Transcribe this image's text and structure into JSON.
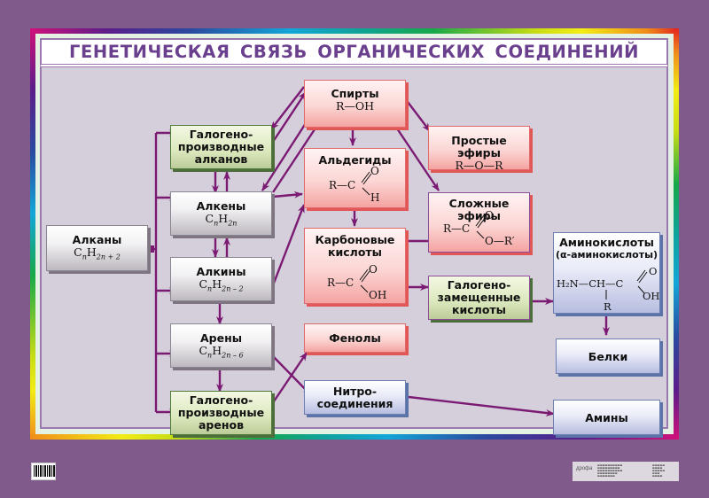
{
  "poster": {
    "title": "ГЕНЕТИЧЕСКАЯ  СВЯЗЬ  ОРГАНИЧЕСКИХ  СОЕДИНЕНИЙ",
    "colors": {
      "background": "#7f5a8a",
      "panel": "#d5cfdb",
      "title_text": "#6a3f8e",
      "arrow": "#7b1a73",
      "gray_box": "#e8e6ea",
      "green_box": "#dbe8bd",
      "pink_box": "#fbd6d4",
      "blue_box": "#e9ebf7"
    }
  },
  "nodes": {
    "alkanes": {
      "label": "Алканы",
      "formula_base": "C",
      "formula_n": "n",
      "formula_h": "H",
      "formula_sub": "2n + 2"
    },
    "haloalkanes": {
      "line1": "Галогено-",
      "line2": "производные",
      "line3": "алканов"
    },
    "alkenes": {
      "label": "Алкены",
      "formula_base": "C",
      "formula_n": "n",
      "formula_h": "H",
      "formula_sub": "2n"
    },
    "alkynes": {
      "label": "Алкины",
      "formula_base": "C",
      "formula_n": "n",
      "formula_h": "H",
      "formula_sub": "2n – 2"
    },
    "arenes": {
      "label": "Арены",
      "formula_base": "C",
      "formula_n": "n",
      "formula_h": "H",
      "formula_sub": "2n – 6"
    },
    "haloarenes": {
      "line1": "Галогено-",
      "line2": "производные",
      "line3": "аренов"
    },
    "alcohols": {
      "label": "Спирты",
      "formula": "R—OH"
    },
    "aldehydes": {
      "label": "Альдегиды",
      "r": "R—C",
      "o": "O",
      "h": "H"
    },
    "carboxylic_acids": {
      "line1": "Карбоновые",
      "line2": "кислоты",
      "r": "R—C",
      "o": "O",
      "oh": "OH"
    },
    "phenols": {
      "label": "Фенолы"
    },
    "nitro": {
      "line1": "Нитро-",
      "line2": "соединения"
    },
    "ethers": {
      "label": "Простые эфиры",
      "formula": "R—O—R"
    },
    "esters": {
      "label": "Сложные эфиры",
      "r": "R—C",
      "o": "O",
      "or": "O—R′"
    },
    "halo_acids": {
      "line1": "Галогено-",
      "line2": "замещенные",
      "line3": "кислоты"
    },
    "amino_acids": {
      "line1": "Аминокислоты",
      "line2": "(α-аминокислоты)",
      "chain": "H₂N—CH—C",
      "o": "O",
      "oh": "OH",
      "r": "R"
    },
    "proteins": {
      "label": "Белки"
    },
    "amines": {
      "label": "Амины"
    }
  },
  "edges": [
    {
      "from": "alkanes",
      "to": "haloalkanes"
    },
    {
      "from": "alkanes",
      "to": "alkenes"
    },
    {
      "from": "alkanes",
      "to": "alkynes"
    },
    {
      "from": "alkanes",
      "to": "arenes"
    },
    {
      "from": "alkanes",
      "to": "haloarenes"
    },
    {
      "from": "haloalkanes",
      "to": "alkenes"
    },
    {
      "from": "alkenes",
      "to": "haloalkanes"
    },
    {
      "from": "alkenes",
      "to": "alkynes"
    },
    {
      "from": "alkynes",
      "to": "alkenes"
    },
    {
      "from": "alkynes",
      "to": "arenes"
    },
    {
      "from": "arenes",
      "to": "haloarenes"
    },
    {
      "from": "haloalkanes",
      "to": "alcohols"
    },
    {
      "from": "alcohols",
      "to": "haloalkanes"
    },
    {
      "from": "alkenes",
      "to": "alcohols"
    },
    {
      "from": "alcohols",
      "to": "alkenes"
    },
    {
      "from": "alkenes",
      "to": "aldehydes"
    },
    {
      "from": "alkynes",
      "to": "aldehydes"
    },
    {
      "from": "alcohols",
      "to": "aldehydes"
    },
    {
      "from": "alcohols",
      "to": "ethers"
    },
    {
      "from": "alcohols",
      "to": "esters"
    },
    {
      "from": "aldehydes",
      "to": "carboxylic_acids"
    },
    {
      "from": "carboxylic_acids",
      "to": "esters"
    },
    {
      "from": "carboxylic_acids",
      "to": "halo_acids"
    },
    {
      "from": "halo_acids",
      "to": "amino_acids"
    },
    {
      "from": "amino_acids",
      "to": "proteins"
    },
    {
      "from": "haloarenes",
      "to": "phenols"
    },
    {
      "from": "arenes",
      "to": "nitro"
    },
    {
      "from": "nitro",
      "to": "amines"
    }
  ],
  "footer": {
    "publisher": "дрофа",
    "barcode_digits": "4607045100072"
  }
}
